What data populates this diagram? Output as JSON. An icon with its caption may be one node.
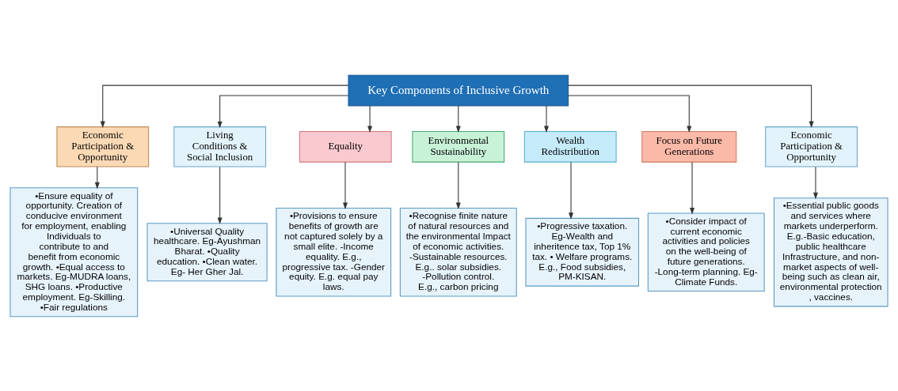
{
  "diagram": {
    "nodes": [
      {
        "text": [
          "Key Components of Inclusive Growth"
        ]
      },
      {
        "text": [
          "Economic Participation & Opportunity"
        ]
      },
      {
        "text": [
          "Living Conditions & Social Inclusion"
        ]
      },
      {
        "text": [
          "Equality"
        ]
      },
      {
        "text": [
          "Environmental Sustainability"
        ]
      },
      {
        "text": [
          "Wealth Redistribution"
        ]
      },
      {
        "text": [
          "Focus on Future Generations"
        ]
      },
      {
        "text": [
          "Economic Participation & Opportunity"
        ]
      },
      {
        "text": [
          "•Ensure equality of opportunity. Creation of conducive environment for employment, enabling Individuals to contribute to and benefit from economic growth. •Equal access to markets. Eg-MUDRA loans, SHG loans. •Productive employment. Eg-Skilling. •Fair regulations"
        ]
      },
      {
        "text": [
          "•Universal Quality healthcare. Eg-Ayushman Bharat. •Quality education. •Clean water. Eg- Her Gher Jal."
        ]
      },
      {
        "text": [
          "•Provisions to ensure benefits of growth are not captured solely by a small elite. -Income equality. E.g., progressive tax. -Gender equity. E.g. equal pay laws."
        ]
      },
      {
        "text": [
          "•Recognise finite nature of natural resources and the environmental Impact of economic activities. -Sustainable resources. E.g.. solar subsidies. -Pollution control. E.g., carbon pricing"
        ]
      },
      {
        "text": [
          "•Progressive taxation. Eg-Wealth and inheritence tax, Top 1% tax. • Welfare programs. E.g., Food subsidies, PM-KISAN."
        ]
      },
      {
        "text": [
          "•Consider impact of current economic activities and policies on the well-being of future generations. -Long-term planning. Eg-Climate Funds."
        ]
      },
      {
        "text": [
          "•Essential public goods and services where markets underperform. E.g.-Basic education, public healthcare Infrastructure, and non-market aspects of well-being such as clean air, environmental protection , vaccines."
        ]
      }
    ],
    "edges": [
      {
        "from": 0,
        "to": 1,
        "arrow": "to"
      },
      {
        "from": 0,
        "to": 2,
        "arrow": "to"
      },
      {
        "from": 0,
        "to": 3,
        "arrow": "to"
      },
      {
        "from": 0,
        "to": 4,
        "arrow": "to"
      },
      {
        "from": 0,
        "to": 5,
        "arrow": "to"
      },
      {
        "from": 0,
        "to": 6,
        "arrow": "to"
      },
      {
        "from": 0,
        "to": 7,
        "arrow": "to"
      },
      {
        "from": 1,
        "to": 8,
        "arrow": "to"
      },
      {
        "from": 2,
        "to": 9,
        "arrow": "to"
      },
      {
        "from": 3,
        "to": 10,
        "arrow": "to"
      },
      {
        "from": 4,
        "to": 11,
        "arrow": "to"
      },
      {
        "from": 5,
        "to": 12,
        "arrow": "to"
      },
      {
        "from": 6,
        "to": 13,
        "arrow": "to"
      },
      {
        "from": 7,
        "to": 14,
        "arrow": "to"
      }
    ]
  }
}
